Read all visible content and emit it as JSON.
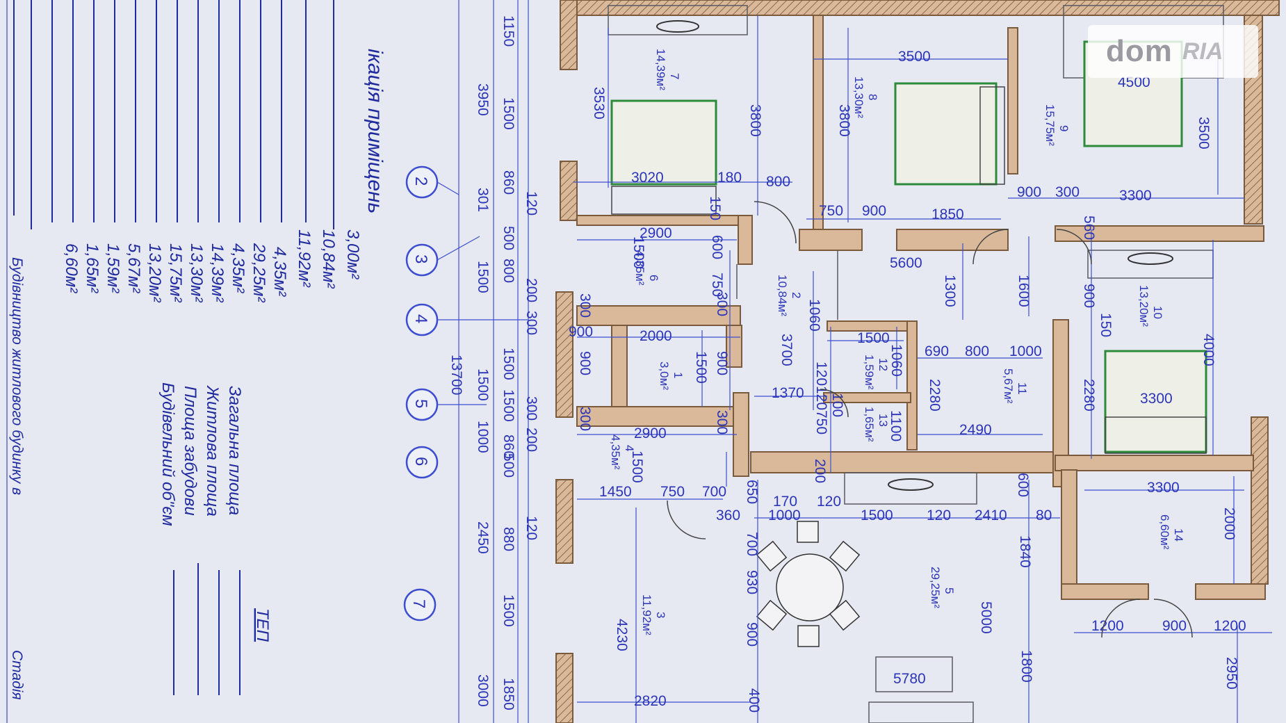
{
  "watermark": {
    "brand": "dom",
    "sub": "RIA"
  },
  "legend": {
    "title": "ТЕП",
    "items": [
      "Загальна площа",
      "Житлова площа",
      "Площа забудови",
      "Будівельний об\"єм"
    ],
    "caption": "Будівництво житлового будинку в",
    "caption_extra": "Стадія"
  },
  "rooms_table": {
    "title": "ікація приміщень",
    "areas": [
      "3,00м²",
      "10,84м²",
      "11,92м²",
      "4,35м²",
      "29,25м²",
      "4,35м²",
      "14,39м²",
      "13,30м²",
      "15,75м²",
      "13,20м²",
      "5,67м²",
      "1,59м²",
      "1,65м²",
      "6,60м²"
    ]
  },
  "axes": [
    "2",
    "3",
    "4",
    "5",
    "6",
    "7"
  ],
  "dims_top_row1": [
    "1150",
    "1500",
    "860",
    "500",
    "800",
    "1500",
    "1500",
    "300",
    "860",
    "500",
    "880",
    "1500",
    "1850"
  ],
  "dims_top_row2": [
    "3950",
    "301",
    "1500",
    "1500",
    "1000",
    "2450",
    "3000"
  ],
  "dims_top_row3": [
    "120",
    "200",
    "300",
    "200",
    "120"
  ],
  "dims_total": "13700",
  "rooms": [
    {
      "no": "7",
      "area": "14,39м²"
    },
    {
      "no": "8",
      "area": "13,30м²"
    },
    {
      "no": "9",
      "area": "15,75м²"
    },
    {
      "no": "6",
      "area": "4,35м²"
    },
    {
      "no": "2",
      "area": "10,84м²"
    },
    {
      "no": "10",
      "area": "13,20м²"
    },
    {
      "no": "1",
      "area": "3,0м²"
    },
    {
      "no": "12",
      "area": "1,59м²"
    },
    {
      "no": "11",
      "area": "5,67м²"
    },
    {
      "no": "13",
      "area": "1,65м²"
    },
    {
      "no": "4",
      "area": "4,35м²"
    },
    {
      "no": "14",
      "area": "6,60м²"
    },
    {
      "no": "5",
      "area": "29,25м²"
    },
    {
      "no": "3",
      "area": "11,92м²"
    }
  ],
  "dims_plan": {
    "d3530": "3530",
    "d3800a": "3800",
    "d3020": "3020",
    "d180": "180",
    "d800a": "800",
    "d3500a": "3500",
    "d3800b": "3800",
    "d4500": "4500",
    "d3500b": "3500",
    "d750a": "750",
    "d900a": "900",
    "d1850": "1850",
    "d900b": "900",
    "d300a": "300",
    "d3300a": "3300",
    "d2900a": "2900",
    "d150a": "150",
    "d600": "600",
    "d750b": "750",
    "d1500a": "1500",
    "d5600": "5600",
    "d1300": "1300",
    "d1600": "1600",
    "d560": "560",
    "d900c": "900",
    "d150b": "150",
    "d4000": "4000",
    "d300b": "300",
    "d300c": "300",
    "d900d": "900",
    "d2000a": "2000",
    "d900e": "900",
    "d1500b": "1500",
    "d900f": "900",
    "d1060a": "1060",
    "d3700": "3700",
    "d1500c": "1500",
    "d1060b": "1060",
    "d690": "690",
    "d800b": "800",
    "d1000a": "1000",
    "d120a": "120",
    "d1370": "1370",
    "d120b": "120",
    "d100": "100",
    "d2280a": "2280",
    "d2280b": "2280",
    "d3300b": "3300",
    "d300d": "300",
    "d750c": "750",
    "d1100": "1100",
    "d2490": "2490",
    "d2900b": "2900",
    "d1500d": "1500",
    "d300e": "300",
    "d200": "200",
    "d1450": "1450",
    "d750d": "750",
    "d700a": "700",
    "d650": "650",
    "d170": "170",
    "d120c": "120",
    "d1000b": "1000",
    "d1500e": "1500",
    "d120d": "120",
    "d2410": "2410",
    "d80": "80",
    "d600b": "600",
    "d3300c": "3300",
    "d360": "360",
    "d700b": "700",
    "d930": "930",
    "d900g": "900",
    "d1840": "1840",
    "d2000b": "2000",
    "d4230": "4230",
    "d5000": "5000",
    "d1800": "1800",
    "d1200a": "1200",
    "d900h": "900",
    "d1200b": "1200",
    "d2950": "2950",
    "d5780": "5780",
    "d2820": "2820",
    "d400": "400"
  }
}
